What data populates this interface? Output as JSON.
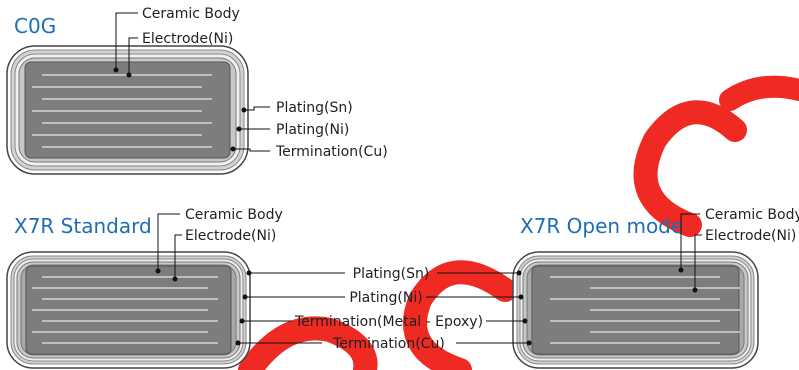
{
  "colors": {
    "title": "#1f6eb5",
    "label": "#222222",
    "body": "#7d7d7d",
    "watermark": "#ee2a22"
  },
  "watermark": {
    "text": "ASC"
  },
  "c0g": {
    "title": "C0G",
    "labels": {
      "ceramic_body": "Ceramic Body",
      "electrode": "Electrode(Ni)",
      "plating_sn": "Plating(Sn)",
      "plating_ni": "Plating(Ni)",
      "termination_cu": "Termination(Cu)"
    }
  },
  "x7r_standard": {
    "title": "X7R Standard",
    "labels": {
      "ceramic_body": "Ceramic Body",
      "electrode": "Electrode(Ni)"
    }
  },
  "x7r_open": {
    "title": "X7R Open mode",
    "labels": {
      "ceramic_body": "Ceramic Body",
      "electrode": "Electrode(Ni)"
    }
  },
  "shared_labels": {
    "plating_sn": "Plating(Sn)",
    "plating_ni": "Plating(Ni)",
    "termination_metal_epoxy": "Termination(Metal - Epoxy)",
    "termination_cu": "Termination(Cu)"
  }
}
